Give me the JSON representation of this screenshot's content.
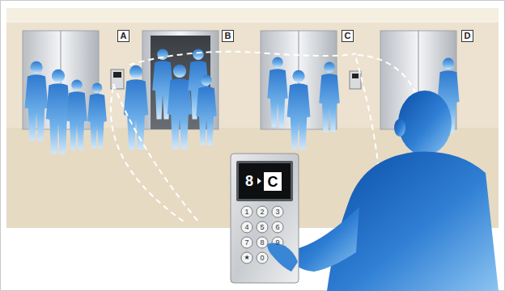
{
  "diagram": {
    "nodes": [
      {
        "text": [
          "A"
        ]
      },
      {
        "text": [
          "B"
        ]
      },
      {
        "text": [
          "C"
        ]
      },
      {
        "text": [
          "D"
        ]
      },
      {
        "text": [
          "C"
        ]
      }
    ],
    "labels": [
      "8",
      "1",
      "2",
      "3",
      "4",
      "5",
      "6",
      "7",
      "8",
      "9",
      "★",
      "0"
    ]
  }
}
